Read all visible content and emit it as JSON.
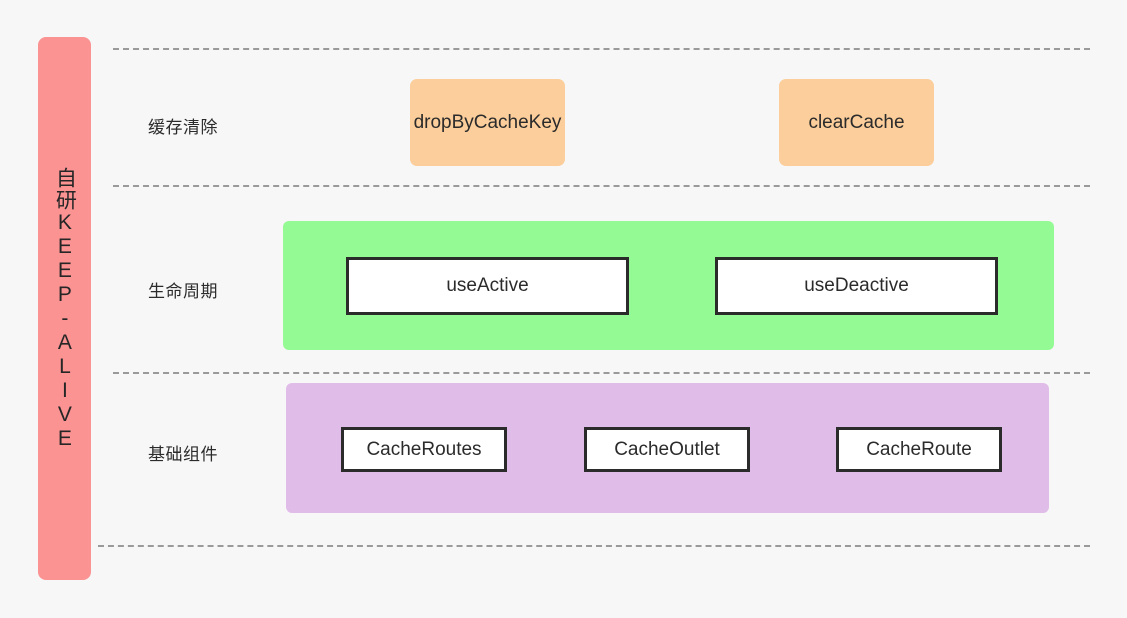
{
  "diagram": {
    "background_color": "#f7f7f7",
    "sidebar": {
      "label": "自研KEEP-ALIVE",
      "color": "#fb9393"
    },
    "rows": [
      {
        "label": "缓存清除",
        "items": [
          {
            "label": "dropByCacheKey"
          },
          {
            "label": "clearCache"
          }
        ]
      },
      {
        "label": "生命周期",
        "band_color": "#94fa94",
        "items": [
          {
            "label": "useActive"
          },
          {
            "label": "useDeactive"
          }
        ]
      },
      {
        "label": "基础组件",
        "band_color": "#e0bde8",
        "items": [
          {
            "label": "CacheRoutes"
          },
          {
            "label": "CacheOutlet"
          },
          {
            "label": "CacheRoute"
          }
        ]
      }
    ]
  }
}
